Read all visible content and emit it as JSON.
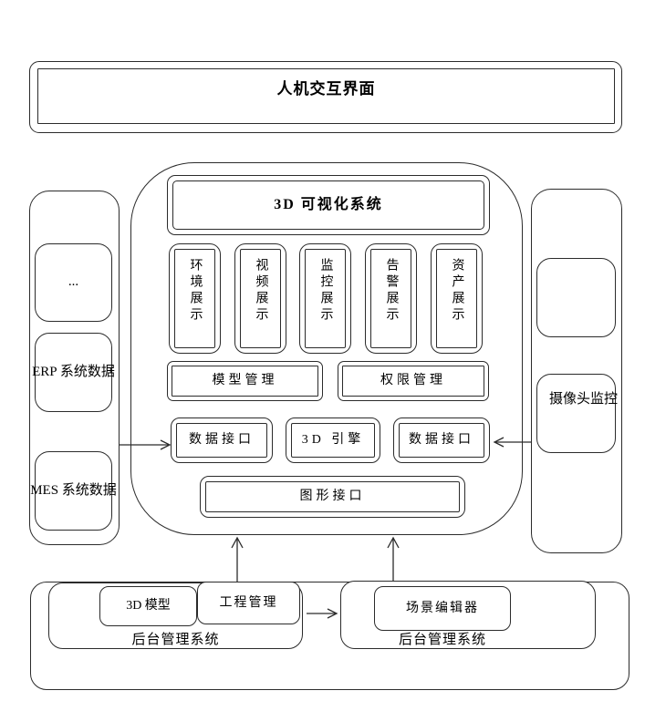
{
  "top_box": {
    "label": "人机交互界面"
  },
  "main_system": {
    "title": "3D 可视化系统",
    "display_modules": [
      "环境展示",
      "视频展示",
      "监控展示",
      "告警展示",
      "资产展示"
    ],
    "management_modules": {
      "model": "模型管理",
      "permission": "权限管理"
    },
    "interface_row": {
      "data_left": "数据接口",
      "engine": "3D 引擎",
      "data_right": "数据接口"
    },
    "graphics_interface": "图形接口"
  },
  "left_panel": {
    "dots": "...",
    "erp": "ERP 系统数据",
    "mes": "MES 系统数据"
  },
  "right_panel": {
    "camera": "摄像头监控"
  },
  "bottom": {
    "backend_1": {
      "label": "后台管理系统",
      "model_3d": "3D 模型",
      "project": "工程管理"
    },
    "backend_2": {
      "label": "后台管理系统",
      "scene_editor": "场景编辑器"
    }
  },
  "colors": {
    "line": "#2b2b2b",
    "background": "#ffffff",
    "text": "#000000"
  }
}
